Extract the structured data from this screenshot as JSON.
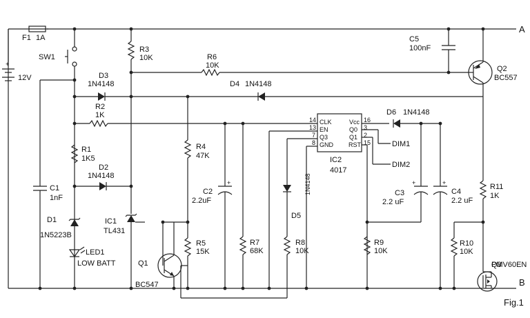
{
  "labels": {
    "F1": "F1",
    "F1v": "1A",
    "SW1": "SW1",
    "BAT": "12V",
    "R3": "R3",
    "R3v": "10K",
    "R6": "R6",
    "R6v": "10K",
    "C5": "C5",
    "C5v": "100nF",
    "Q2": "Q2",
    "Q2v": "BC557",
    "D3": "D3",
    "D3v": "1N4148",
    "D4": "D4",
    "D4v": "1N4148",
    "R2": "R2",
    "R2v": "1K",
    "D6": "D6",
    "D6v": "1N4148",
    "R1": "R1",
    "R1v": "1K5",
    "D2": "D2",
    "D2v": "1N4148",
    "R4": "R4",
    "R4v": "47K",
    "C2": "C2",
    "C2v": "2.2uF",
    "C1": "C1",
    "C1v": "1nF",
    "D1": "D1",
    "D1v": "1N5223B",
    "IC1": "IC1",
    "IC1v": "TL431",
    "LED1": "LED1",
    "LED1v": "LOW BATT",
    "Q1": "Q1",
    "Q1v": "BC547",
    "R5": "R5",
    "R5v": "15K",
    "R7": "R7",
    "R7v": "68K",
    "D5": "D5",
    "D5v": "1N4148",
    "R8": "R8",
    "R8v": "10K",
    "IC2": "IC2",
    "IC2v": "4017",
    "C3": "C3",
    "C3v": "2.2 uF",
    "C4": "C4",
    "C4v": "2.2 uF",
    "R9": "R9",
    "R9v": "10K",
    "R10": "R10",
    "R10v": "10K",
    "R11": "R11",
    "R11v": "1K",
    "Q3": "Q3",
    "Q3v": "PMV60EN",
    "DIM1": "DIM1",
    "DIM2": "DIM2",
    "A": "A",
    "B": "B",
    "fig": "Fig.1",
    "plus": "+"
  },
  "ic2_pins": {
    "p14": "14",
    "p13": "13",
    "p7": "7",
    "p8": "8",
    "p16": "16",
    "p3": "3",
    "p2": "2",
    "p15": "15",
    "clk": "CLK",
    "en": "EN",
    "q3": "Q3",
    "gnd": "GND",
    "vcc": "Vcc",
    "q0": "Q0",
    "q1": "Q1",
    "rst": "RST"
  }
}
